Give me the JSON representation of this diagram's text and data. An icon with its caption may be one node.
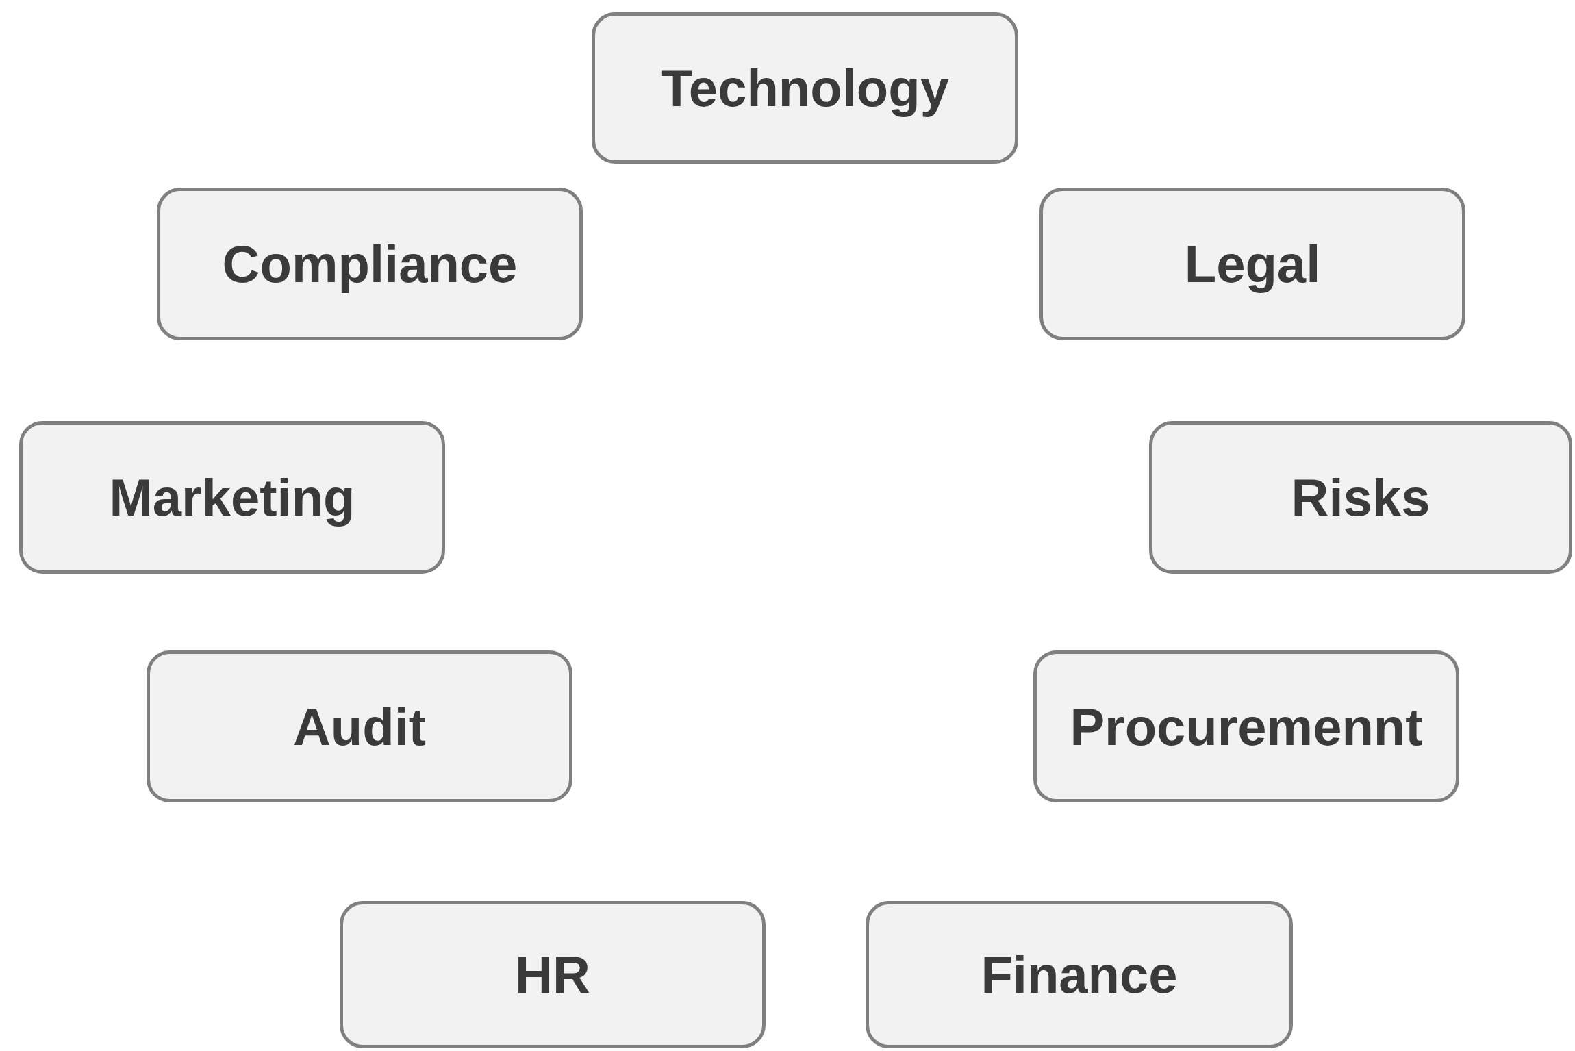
{
  "diagram": {
    "nodes": [
      {
        "text": [
          "Technology"
        ]
      },
      {
        "text": [
          "Compliance"
        ]
      },
      {
        "text": [
          "Legal"
        ]
      },
      {
        "text": [
          "Marketing"
        ]
      },
      {
        "text": [
          "Risks"
        ]
      },
      {
        "text": [
          "Audit"
        ]
      },
      {
        "text": [
          "Procuremennt"
        ]
      },
      {
        "text": [
          "HR"
        ]
      },
      {
        "text": [
          "Finance"
        ]
      }
    ]
  }
}
